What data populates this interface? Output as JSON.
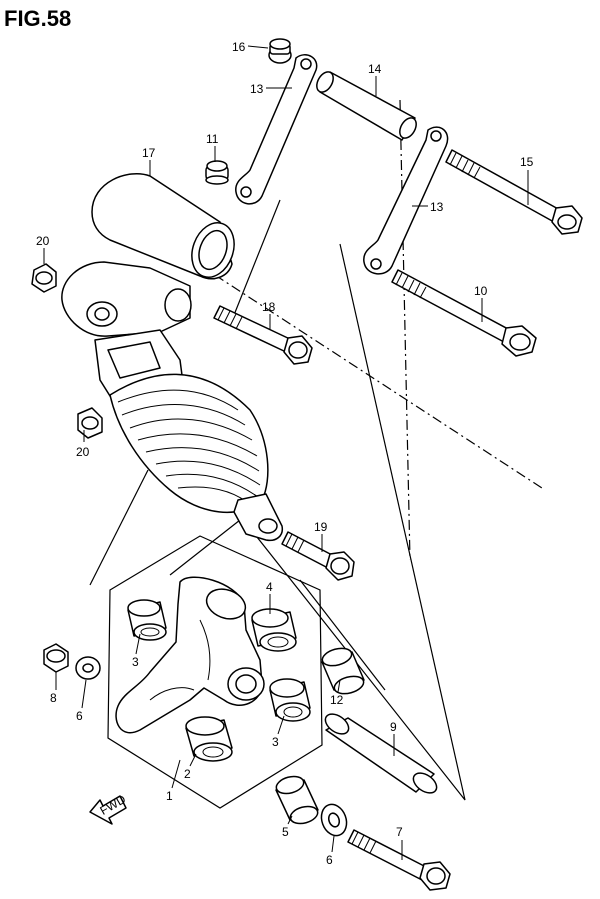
{
  "figure_title": "FIG.58",
  "fwd_label": "FWD",
  "callouts": [
    "16",
    "13",
    "14",
    "11",
    "17",
    "15",
    "13",
    "20",
    "10",
    "18",
    "20",
    "19",
    "4",
    "3",
    "12",
    "9",
    "8",
    "6",
    "3",
    "2",
    "1",
    "5",
    "7",
    "6"
  ]
}
